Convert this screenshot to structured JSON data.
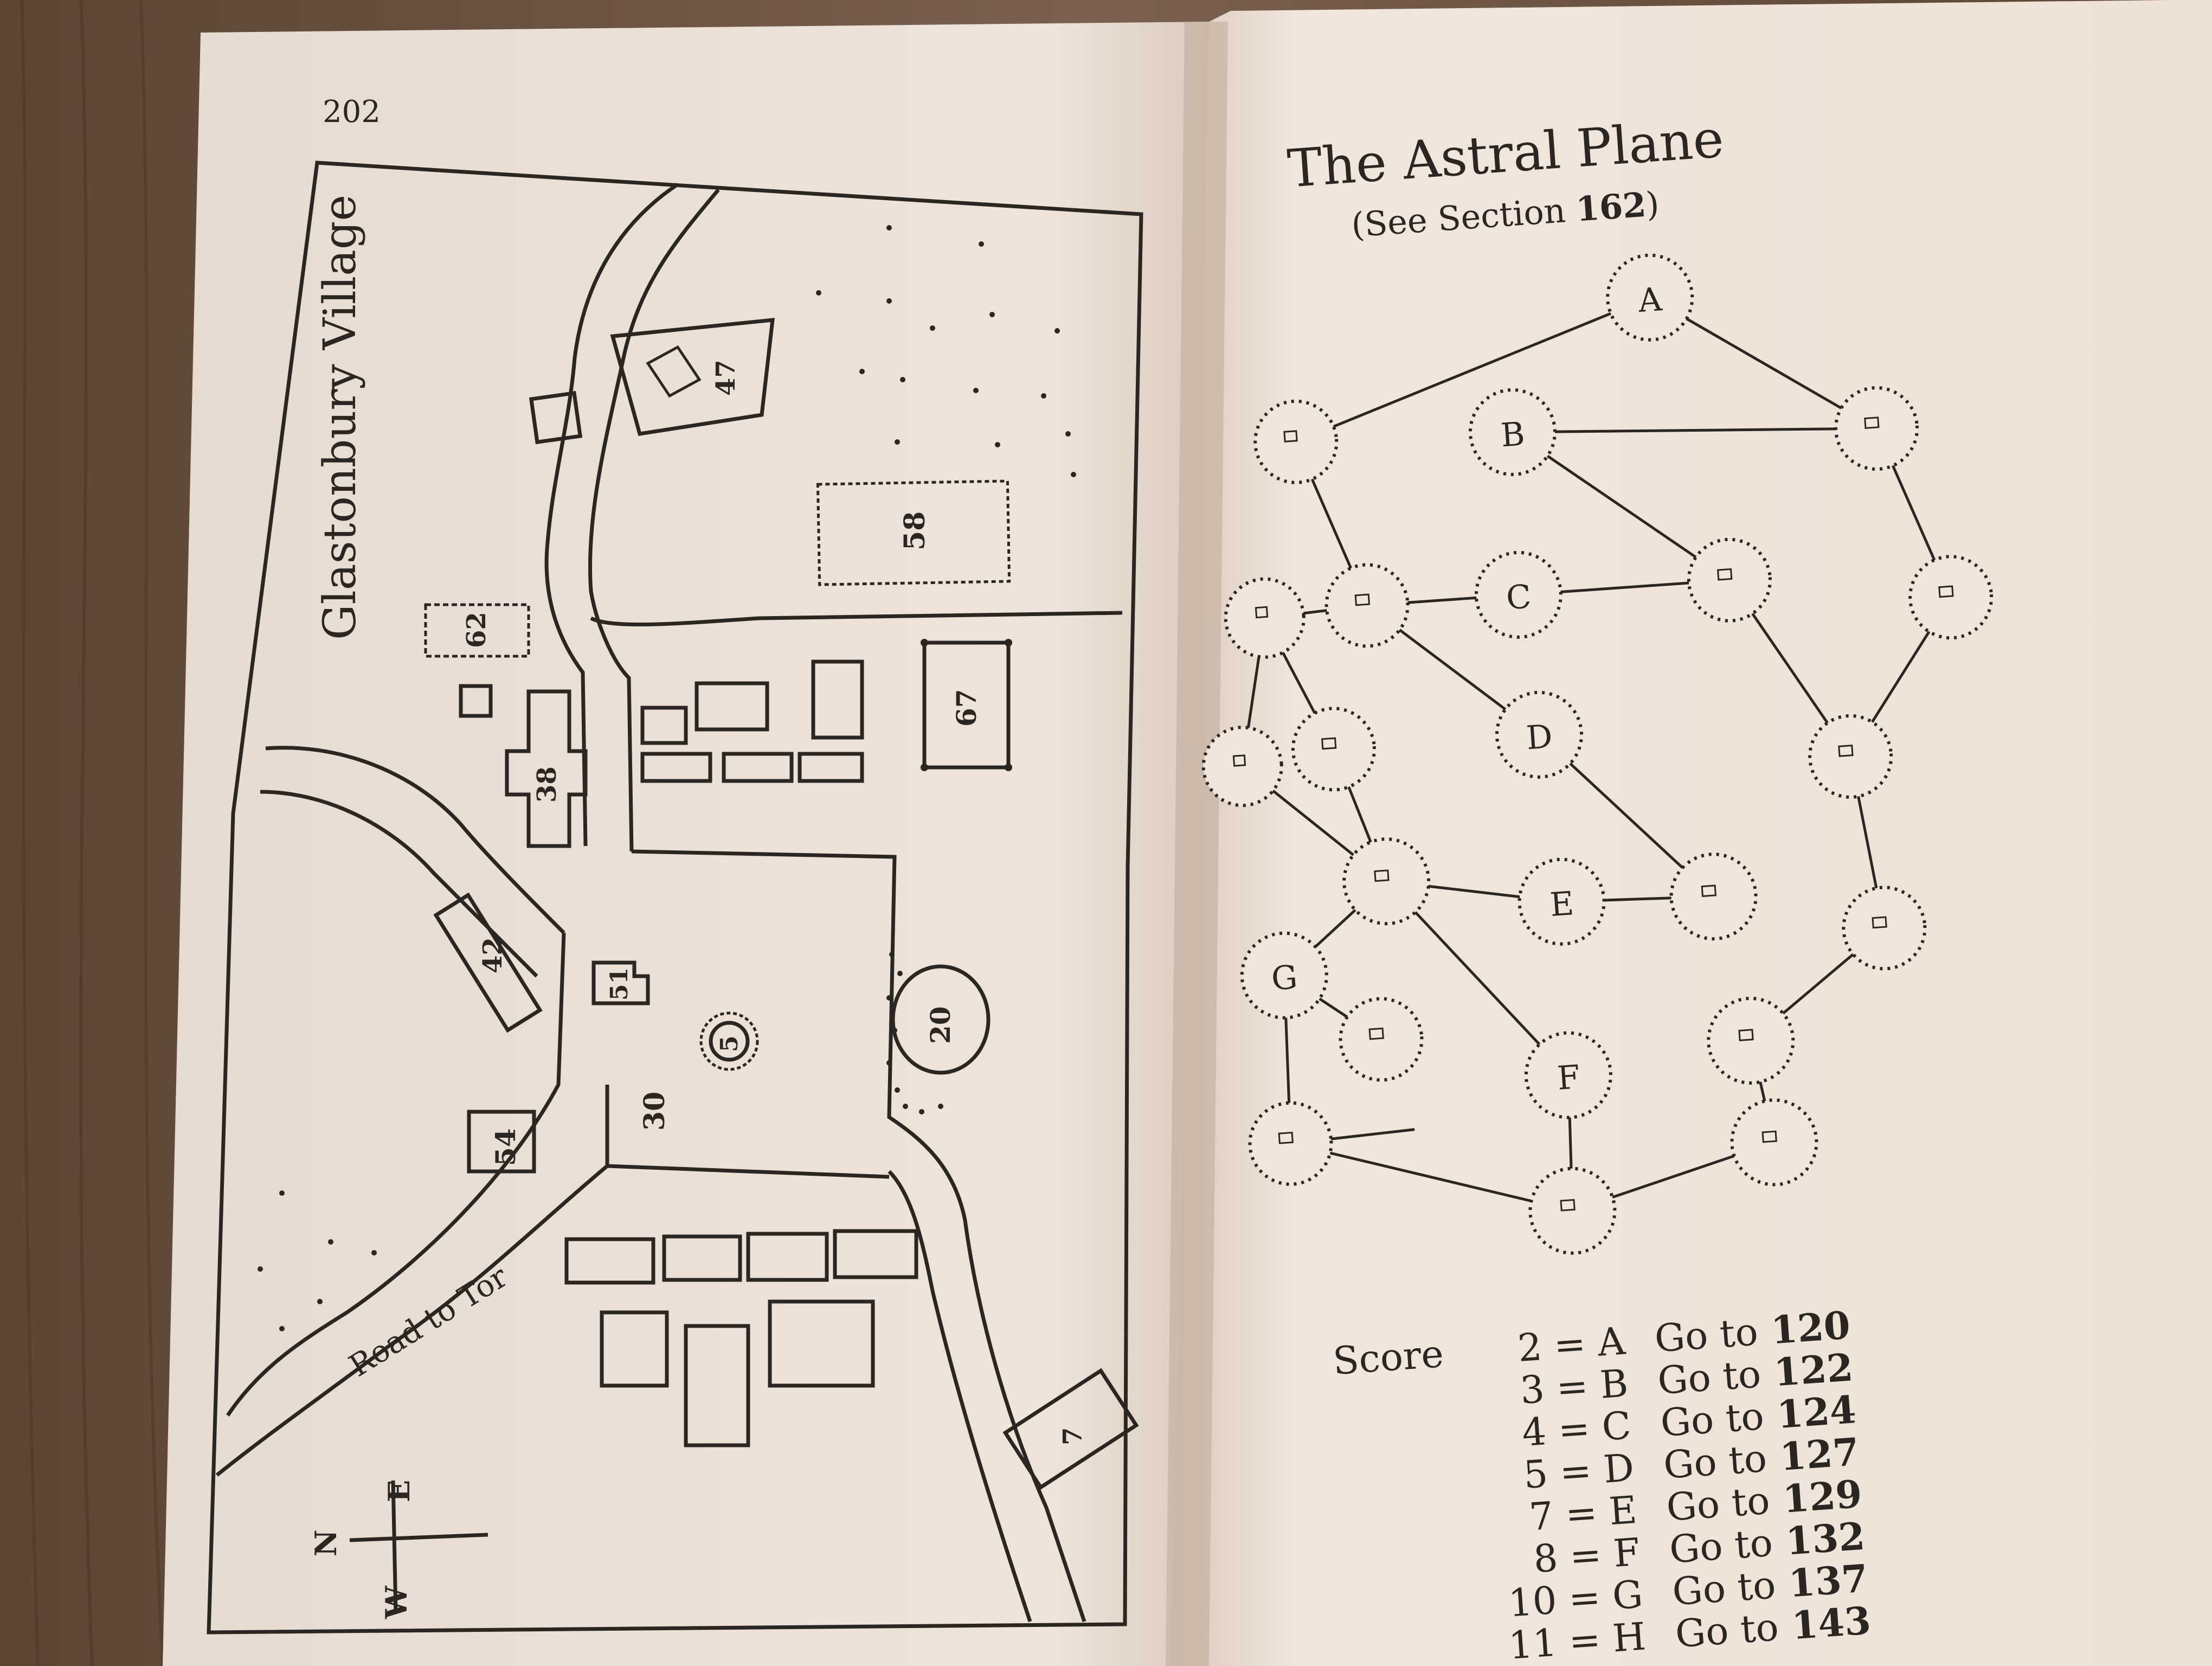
{
  "left_page": {
    "page_number": "202",
    "map_title": "Glastonbury Village",
    "road_label": "Road to Tor",
    "compass": {
      "north": "N",
      "east": "E",
      "west": "W"
    },
    "locations": [
      "47",
      "58",
      "62",
      "38",
      "67",
      "42",
      "51",
      "5",
      "30",
      "20",
      "54",
      "7"
    ]
  },
  "right_page": {
    "title": "The Astral Plane",
    "subtitle_prefix": "(See Section ",
    "subtitle_number": "162",
    "subtitle_suffix": ")",
    "node_labels": [
      "A",
      "B",
      "C",
      "D",
      "E",
      "F",
      "G"
    ],
    "score_label": "Score",
    "score_table": [
      {
        "score": "2 = A",
        "go_to": "Go to",
        "section": "120"
      },
      {
        "score": "3 = B",
        "go_to": "Go to",
        "section": "122"
      },
      {
        "score": "4 = C",
        "go_to": "Go to",
        "section": "124"
      },
      {
        "score": "5 = D",
        "go_to": "Go to",
        "section": "127"
      },
      {
        "score": "7 = E",
        "go_to": "Go to",
        "section": "129"
      },
      {
        "score": "8 = F",
        "go_to": "Go to",
        "section": "132"
      },
      {
        "score": "10 = G",
        "go_to": "Go to",
        "section": "137"
      },
      {
        "score": "11 = H",
        "go_to": "Go to",
        "section": "143"
      }
    ]
  }
}
